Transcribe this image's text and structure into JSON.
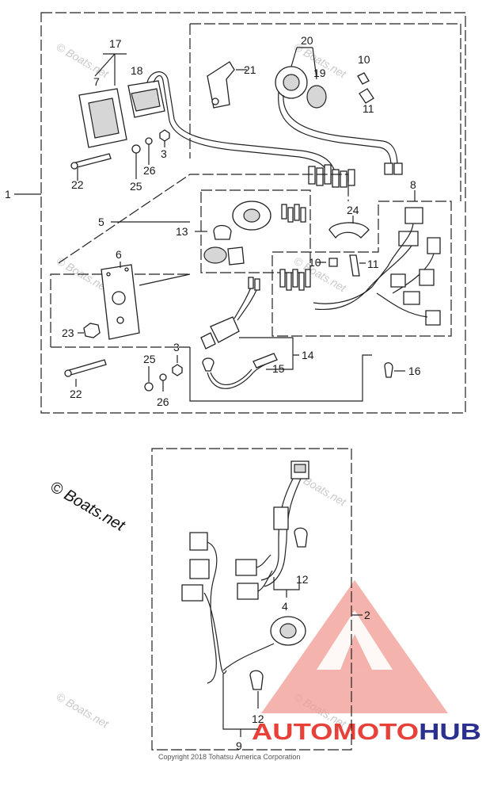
{
  "callouts": {
    "c1": "1",
    "c2": "2",
    "c3a": "3",
    "c3b": "3",
    "c4": "4",
    "c5": "5",
    "c6": "6",
    "c7": "7",
    "c8": "8",
    "c9": "9",
    "c10a": "10",
    "c10b": "10",
    "c11a": "11",
    "c11b": "11",
    "c12a": "12",
    "c12b": "12",
    "c13": "13",
    "c14": "14",
    "c15": "15",
    "c16": "16",
    "c17": "17",
    "c18": "18",
    "c19": "19",
    "c20": "20",
    "c21": "21",
    "c22a": "22",
    "c22b": "22",
    "c23": "23",
    "c24": "24",
    "c25a": "25",
    "c25b": "25",
    "c26a": "26",
    "c26b": "26"
  },
  "brand_tag": "© Boats.net",
  "watermark": "© Boats.net",
  "copyright": "Copyright 2018 Tohatsu America Corporation",
  "logo": {
    "text": "AUTOMOTOHUB",
    "colors": {
      "auto": "#e8413a",
      "moto": "#e8413a",
      "hub": "#2b2f8f"
    }
  },
  "colors": {
    "line": "#222222",
    "logo_red": "#e8413a",
    "logo_blue": "#2b2f8f"
  }
}
